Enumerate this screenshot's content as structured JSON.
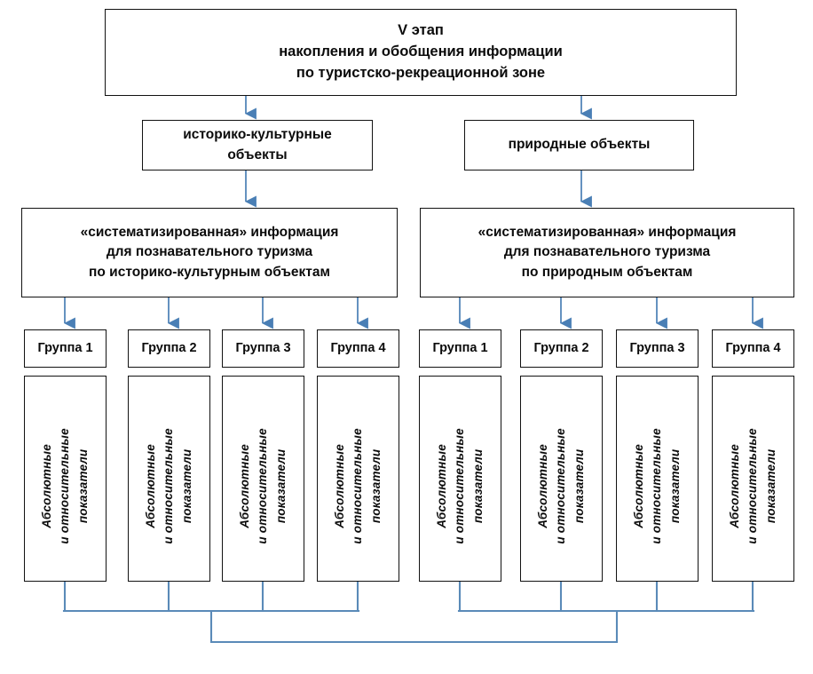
{
  "colors": {
    "arrow": "#4a7fb5",
    "connector": "#5a8ab8",
    "box_border": "#121212",
    "text": "#0b0b0b",
    "background": "#ffffff"
  },
  "stage": {
    "line1": "V этап",
    "line2": "накопления и обобщения информации",
    "line3": "по туристско-рекреационной зоне"
  },
  "object_types": {
    "cultural": {
      "line1": "историко-культурные",
      "line2": "объекты"
    },
    "natural": {
      "line1": "природные объекты",
      "line2": ""
    }
  },
  "systematized": {
    "cultural": {
      "line1": "«систематизированная» информация",
      "line2": "для познавательного туризма",
      "line3": "по историко-культурным объектам"
    },
    "natural": {
      "line1": "«систематизированная» информация",
      "line2": "для познавательного туризма",
      "line3": "по природным объектам"
    }
  },
  "indicator_label": {
    "line1": "Абсолютные",
    "line2": "и относительные",
    "line3": "показатели"
  },
  "groups": {
    "cultural": [
      {
        "label": "Группа 1"
      },
      {
        "label": "Группа 2"
      },
      {
        "label": "Группа 3"
      },
      {
        "label": "Группа 4"
      }
    ],
    "natural": [
      {
        "label": "Группа 1"
      },
      {
        "label": "Группа 2"
      },
      {
        "label": "Группа 3"
      },
      {
        "label": "Группа 4"
      }
    ]
  }
}
